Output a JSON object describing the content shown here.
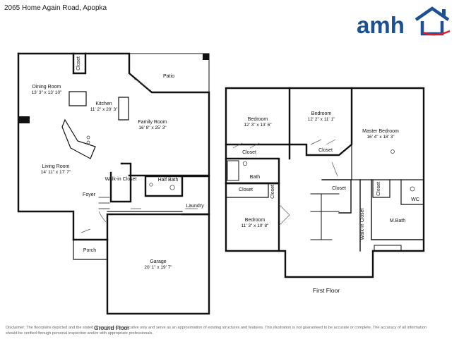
{
  "address": "2065 Home Again Road, Apopka",
  "logo": {
    "text": "amh",
    "colors": {
      "blue": "#1d4f91",
      "red": "#e31b23"
    }
  },
  "ground_floor": {
    "label": "Ground Floor",
    "rooms": [
      {
        "name": "Dining Room",
        "dims": "13' 3\" x 13' 10\""
      },
      {
        "name": "Kitchen",
        "dims": "11' 2\" x 20' 3\""
      },
      {
        "name": "Family Room",
        "dims": "16' 8\" x 25' 3\""
      },
      {
        "name": "Living Room",
        "dims": "14' 11\" x 17' 7\""
      },
      {
        "name": "Garage",
        "dims": "20' 1\" x 19' 7\""
      },
      {
        "name": "Patio",
        "dims": ""
      },
      {
        "name": "Closet",
        "dims": ""
      },
      {
        "name": "Half Bath",
        "dims": ""
      },
      {
        "name": "Laundry",
        "dims": ""
      },
      {
        "name": "Foyer",
        "dims": ""
      },
      {
        "name": "Porch",
        "dims": ""
      },
      {
        "name": "Walk-in Closet",
        "dims": ""
      }
    ]
  },
  "first_floor": {
    "label": "First Floor",
    "rooms": [
      {
        "name": "Bedroom",
        "dims": "12' 3\" x 13' 6\""
      },
      {
        "name": "Bedroom",
        "dims": "12' 2\" x 11' 1\""
      },
      {
        "name": "Master Bedroom",
        "dims": "16' 4\" x 18' 3\""
      },
      {
        "name": "Bedroom",
        "dims": "11' 3\" x 10' 8\""
      },
      {
        "name": "Bath",
        "dims": ""
      },
      {
        "name": "M.Bath",
        "dims": ""
      },
      {
        "name": "WC",
        "dims": ""
      },
      {
        "name": "Walk-in Closet",
        "dims": ""
      },
      {
        "name": "Closet",
        "dims": ""
      },
      {
        "name": "Closet",
        "dims": ""
      },
      {
        "name": "Closet",
        "dims": ""
      },
      {
        "name": "Closet",
        "dims": ""
      },
      {
        "name": "Closet",
        "dims": ""
      },
      {
        "name": "Closet",
        "dims": ""
      }
    ]
  },
  "disclaimer": "Disclaimer: The floorplans depicted and the stated dimensions are indicative only and serve as an approximation of existing structures and features. This illustration is not guaranteed to be accurate or complete. The accuracy of all information should be verified through personal inspection and/or with appropriate professionals."
}
